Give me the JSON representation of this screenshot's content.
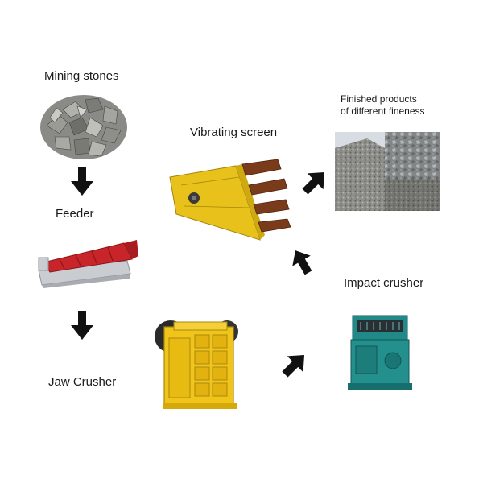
{
  "labels": {
    "mining_stones": "Mining stones",
    "feeder": "Feeder",
    "jaw_crusher": "Jaw Crusher",
    "vibrating_screen": "Vibrating screen",
    "impact_crusher": "Impact crusher",
    "finished_line1": "Finished products",
    "finished_line2": "of different fineness"
  },
  "colors": {
    "arrow": "#111111",
    "jaw_crusher_body": "#f0c419",
    "vibrating_screen_body": "#e8c21a",
    "vibrating_screen_deck": "#7a3b1a",
    "feeder_red": "#c8252a",
    "feeder_grey": "#c9ccd0",
    "impact_crusher_body": "#1f8a88",
    "stone_grey": "#8a8a86"
  },
  "icons": {
    "down_arrow_1": "down-arrow-icon",
    "down_arrow_2": "down-arrow-icon",
    "up_right_arrow_1": "up-right-arrow-icon",
    "up_arrow": "up-arrow-icon",
    "up_right_arrow_2": "up-right-arrow-icon"
  }
}
